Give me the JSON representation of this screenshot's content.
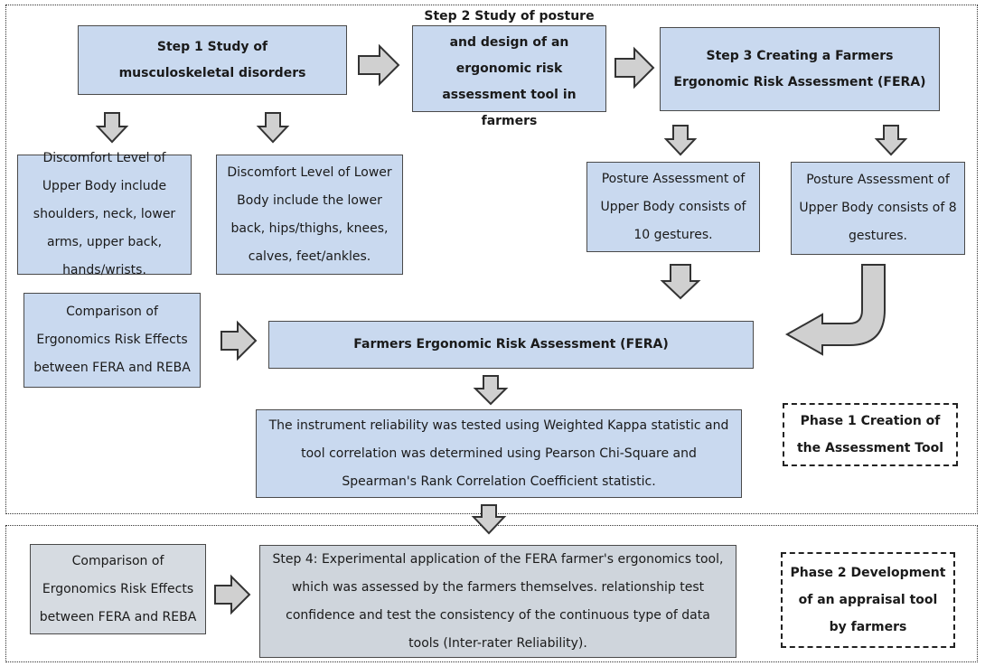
{
  "phase1": {
    "step1": "Step 1 Study of musculoskeletal disorders",
    "step2": "Step 2 Study of posture and design of an ergonomic risk assessment tool in farmers",
    "step3": "Step 3 Creating a Farmers Ergonomic Risk Assessment (FERA)",
    "upper_discomfort": "Discomfort Level of Upper Body include shoulders, neck, lower arms, upper back, hands/wrists.",
    "lower_discomfort": "Discomfort Level of Lower Body include the lower back, hips/thighs, knees, calves, feet/ankles.",
    "upper_posture": "Posture Assessment of Upper Body consists of 10 gestures.",
    "lower_posture": "Posture Assessment of Upper Body consists of 8 gestures.",
    "comparison": "Comparison of Ergonomics Risk Effects between FERA and REBA",
    "fera": "Farmers Ergonomic Risk Assessment (FERA)",
    "reliability": "The instrument reliability was tested using Weighted Kappa statistic and tool correlation was determined using Pearson Chi-Square and Spearman's Rank Correlation Coefficient statistic.",
    "label": "Phase 1 Creation of the Assessment Tool"
  },
  "phase2": {
    "comparison": "Comparison of Ergonomics Risk Effects between FERA and REBA",
    "step4": "Step 4: Experimental application of the FERA farmer's ergonomics tool, which was assessed by the farmers themselves. relationship test confidence and test the consistency of the continuous type of data tools (Inter-rater Reliability).",
    "label": "Phase 2 Development of an appraisal tool by farmers"
  },
  "colors": {
    "box_fill": "#c9d9ef",
    "phase2_box_fill": "#d6dbe1",
    "arrow_fill": "#d0d0d0"
  }
}
